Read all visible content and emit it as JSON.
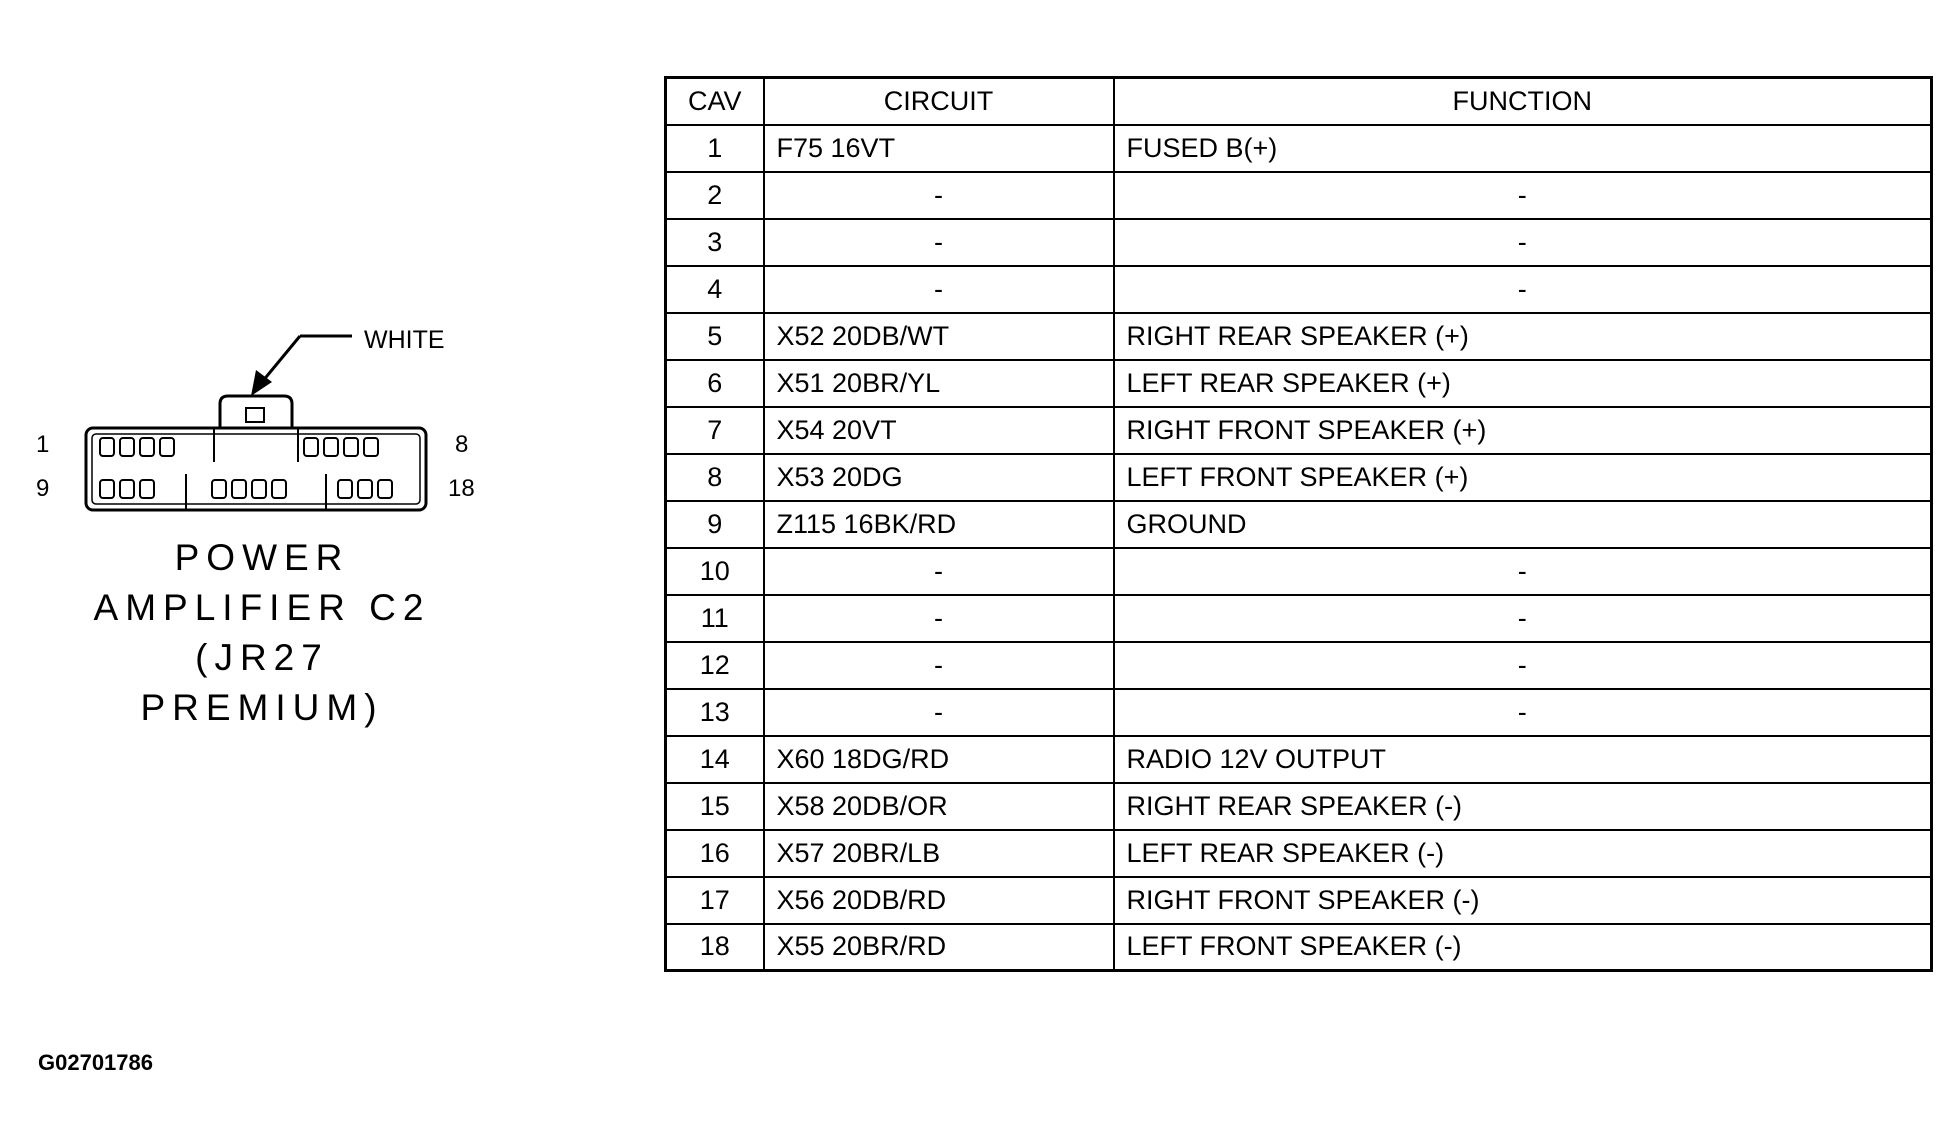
{
  "connector": {
    "callout": "WHITE",
    "pin_labels": {
      "top_left": "1",
      "top_right": "8",
      "bottom_left": "9",
      "bottom_right": "18"
    },
    "title_lines": [
      "POWER",
      "AMPLIFIER C2",
      "(JR27",
      "PREMIUM)"
    ],
    "color": "#000000"
  },
  "table": {
    "headers": {
      "cav": "CAV",
      "circuit": "CIRCUIT",
      "function": "FUNCTION"
    },
    "rows": [
      {
        "cav": "1",
        "circuit": "F75 16VT",
        "function": "FUSED B(+)"
      },
      {
        "cav": "2",
        "circuit": "-",
        "function": "-"
      },
      {
        "cav": "3",
        "circuit": "-",
        "function": "-"
      },
      {
        "cav": "4",
        "circuit": "-",
        "function": "-"
      },
      {
        "cav": "5",
        "circuit": "X52 20DB/WT",
        "function": "RIGHT REAR SPEAKER (+)"
      },
      {
        "cav": "6",
        "circuit": "X51 20BR/YL",
        "function": "LEFT REAR SPEAKER (+)"
      },
      {
        "cav": "7",
        "circuit": "X54 20VT",
        "function": "RIGHT FRONT SPEAKER (+)"
      },
      {
        "cav": "8",
        "circuit": "X53 20DG",
        "function": "LEFT FRONT SPEAKER (+)"
      },
      {
        "cav": "9",
        "circuit": "Z115 16BK/RD",
        "function": "GROUND"
      },
      {
        "cav": "10",
        "circuit": "-",
        "function": "-"
      },
      {
        "cav": "11",
        "circuit": "-",
        "function": "-"
      },
      {
        "cav": "12",
        "circuit": "-",
        "function": "-"
      },
      {
        "cav": "13",
        "circuit": "-",
        "function": "-"
      },
      {
        "cav": "14",
        "circuit": "X60 18DG/RD",
        "function": "RADIO 12V OUTPUT"
      },
      {
        "cav": "15",
        "circuit": "X58 20DB/OR",
        "function": "RIGHT REAR SPEAKER (-)"
      },
      {
        "cav": "16",
        "circuit": "X57 20BR/LB",
        "function": "LEFT REAR SPEAKER (-)"
      },
      {
        "cav": "17",
        "circuit": "X56 20DB/RD",
        "function": "RIGHT FRONT SPEAKER (-)"
      },
      {
        "cav": "18",
        "circuit": "X55 20BR/RD",
        "function": "LEFT FRONT SPEAKER (-)"
      }
    ]
  },
  "figure_id": "G02701786"
}
